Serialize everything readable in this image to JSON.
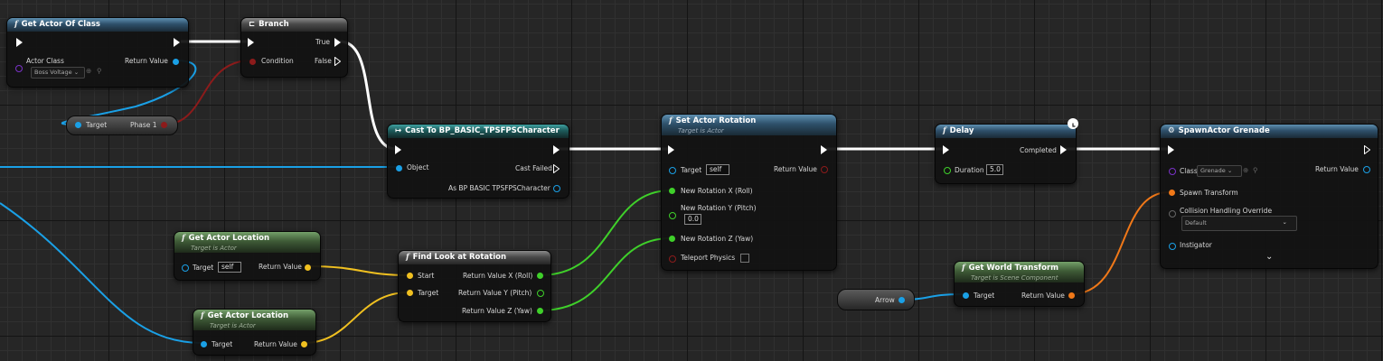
{
  "nodes": {
    "get_actor_of_class": {
      "title": "Get Actor Of Class",
      "actor_class_label": "Actor Class",
      "actor_class_value": "Boss Voltage",
      "return_label": "Return Value"
    },
    "branch": {
      "title": "Branch",
      "condition_label": "Condition",
      "true_label": "True",
      "false_label": "False"
    },
    "phase1": {
      "target_label": "Target",
      "value_label": "Phase 1"
    },
    "cast": {
      "title": "Cast To BP_BASIC_TPSFPSCharacter",
      "object_label": "Object",
      "cast_failed_label": "Cast Failed",
      "as_label": "As BP BASIC TPSFPSCharacter"
    },
    "set_actor_rotation": {
      "title": "Set Actor Rotation",
      "subtitle": "Target is Actor",
      "target_label": "Target",
      "target_value": "self",
      "return_label": "Return Value",
      "roll_label": "New Rotation X (Roll)",
      "pitch_label": "New Rotation Y (Pitch)",
      "pitch_value": "0.0",
      "yaw_label": "New Rotation Z (Yaw)",
      "teleport_label": "Teleport Physics"
    },
    "delay": {
      "title": "Delay",
      "completed_label": "Completed",
      "duration_label": "Duration",
      "duration_value": "5.0"
    },
    "spawn": {
      "title": "SpawnActor Grenade",
      "class_label": "Class",
      "class_value": "Grenade",
      "return_label": "Return Value",
      "transform_label": "Spawn Transform",
      "collision_label": "Collision Handling Override",
      "collision_value": "Default",
      "instigator_label": "Instigator"
    },
    "get_actor_location_1": {
      "title": "Get Actor Location",
      "subtitle": "Target is Actor",
      "target_label": "Target",
      "target_value": "self",
      "return_label": "Return Value"
    },
    "get_actor_location_2": {
      "title": "Get Actor Location",
      "subtitle": "Target is Actor",
      "target_label": "Target",
      "return_label": "Return Value"
    },
    "find_look_at": {
      "title": "Find Look at Rotation",
      "start_label": "Start",
      "target_label": "Target",
      "rx_label": "Return Value X (Roll)",
      "ry_label": "Return Value Y (Pitch)",
      "rz_label": "Return Value Z (Yaw)"
    },
    "arrow": {
      "label": "Arrow"
    },
    "get_world_transform": {
      "title": "Get World Transform",
      "subtitle": "Target is Scene Component",
      "target_label": "Target",
      "return_label": "Return Value"
    }
  },
  "colors": {
    "exec": "#ffffff",
    "object": "#1aa0e6",
    "bool": "#8c1b1b",
    "vector": "#f0c020",
    "float": "#3fd02a",
    "class": "#7a32c8",
    "transform": "#f07818"
  },
  "icons": {
    "function": "f-icon",
    "branch": "branch-icon",
    "cast": "cast-icon",
    "spawn": "spawn-icon",
    "clock": "clock-icon",
    "expand": "chevron-down-icon"
  }
}
